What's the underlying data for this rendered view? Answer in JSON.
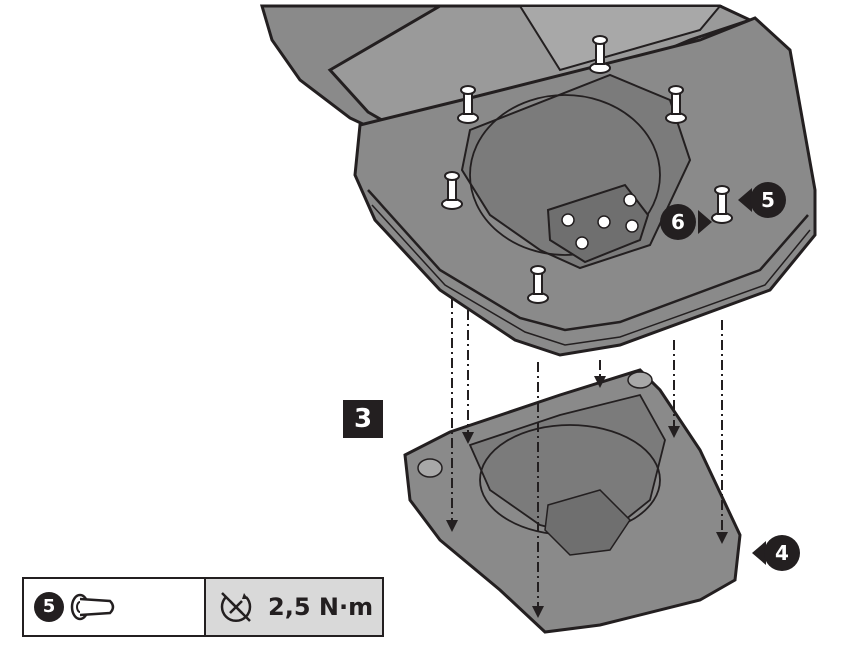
{
  "step": {
    "number": "3"
  },
  "callouts": {
    "bolt": "5",
    "washer": "6",
    "base_plate": "4"
  },
  "spec": {
    "part_number": "5",
    "torque": "2,5 N·m",
    "part_icon": "bolt-icon",
    "tool_icon": "torque-wrench-icon"
  },
  "colors": {
    "ink": "#231f20",
    "case_fill": "#8a8a8a",
    "case_dark": "#6f6f6f",
    "panel_grey": "#d9d9d9"
  }
}
